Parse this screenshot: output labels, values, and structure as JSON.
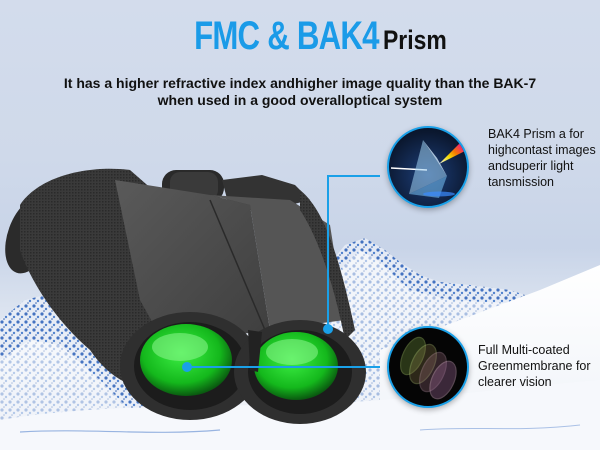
{
  "header": {
    "title_highlight": "FMC & BAK4",
    "title_rest": "Prism",
    "subtitle_line1": "It has a higher refractive index andhigher image quality than the BAK-7",
    "subtitle_line2": "when used in a good overalloptical system"
  },
  "callouts": [
    {
      "icon": "prism-icon",
      "lines": [
        "BAK4 Prism a for",
        "highcontast images",
        "andsuperir light",
        "tansmission"
      ]
    },
    {
      "icon": "coated-lens-icon",
      "lines": [
        "Full Multi-coated",
        "Greenmembrane for",
        "clearer vision"
      ]
    }
  ],
  "product": {
    "name": "binoculars-image"
  },
  "colors": {
    "accent": "#1a9be8",
    "title_dark": "#111111",
    "lens_green": "#1fd12a",
    "body_gray": "#4a4a4a",
    "background": "#d3dcec"
  }
}
